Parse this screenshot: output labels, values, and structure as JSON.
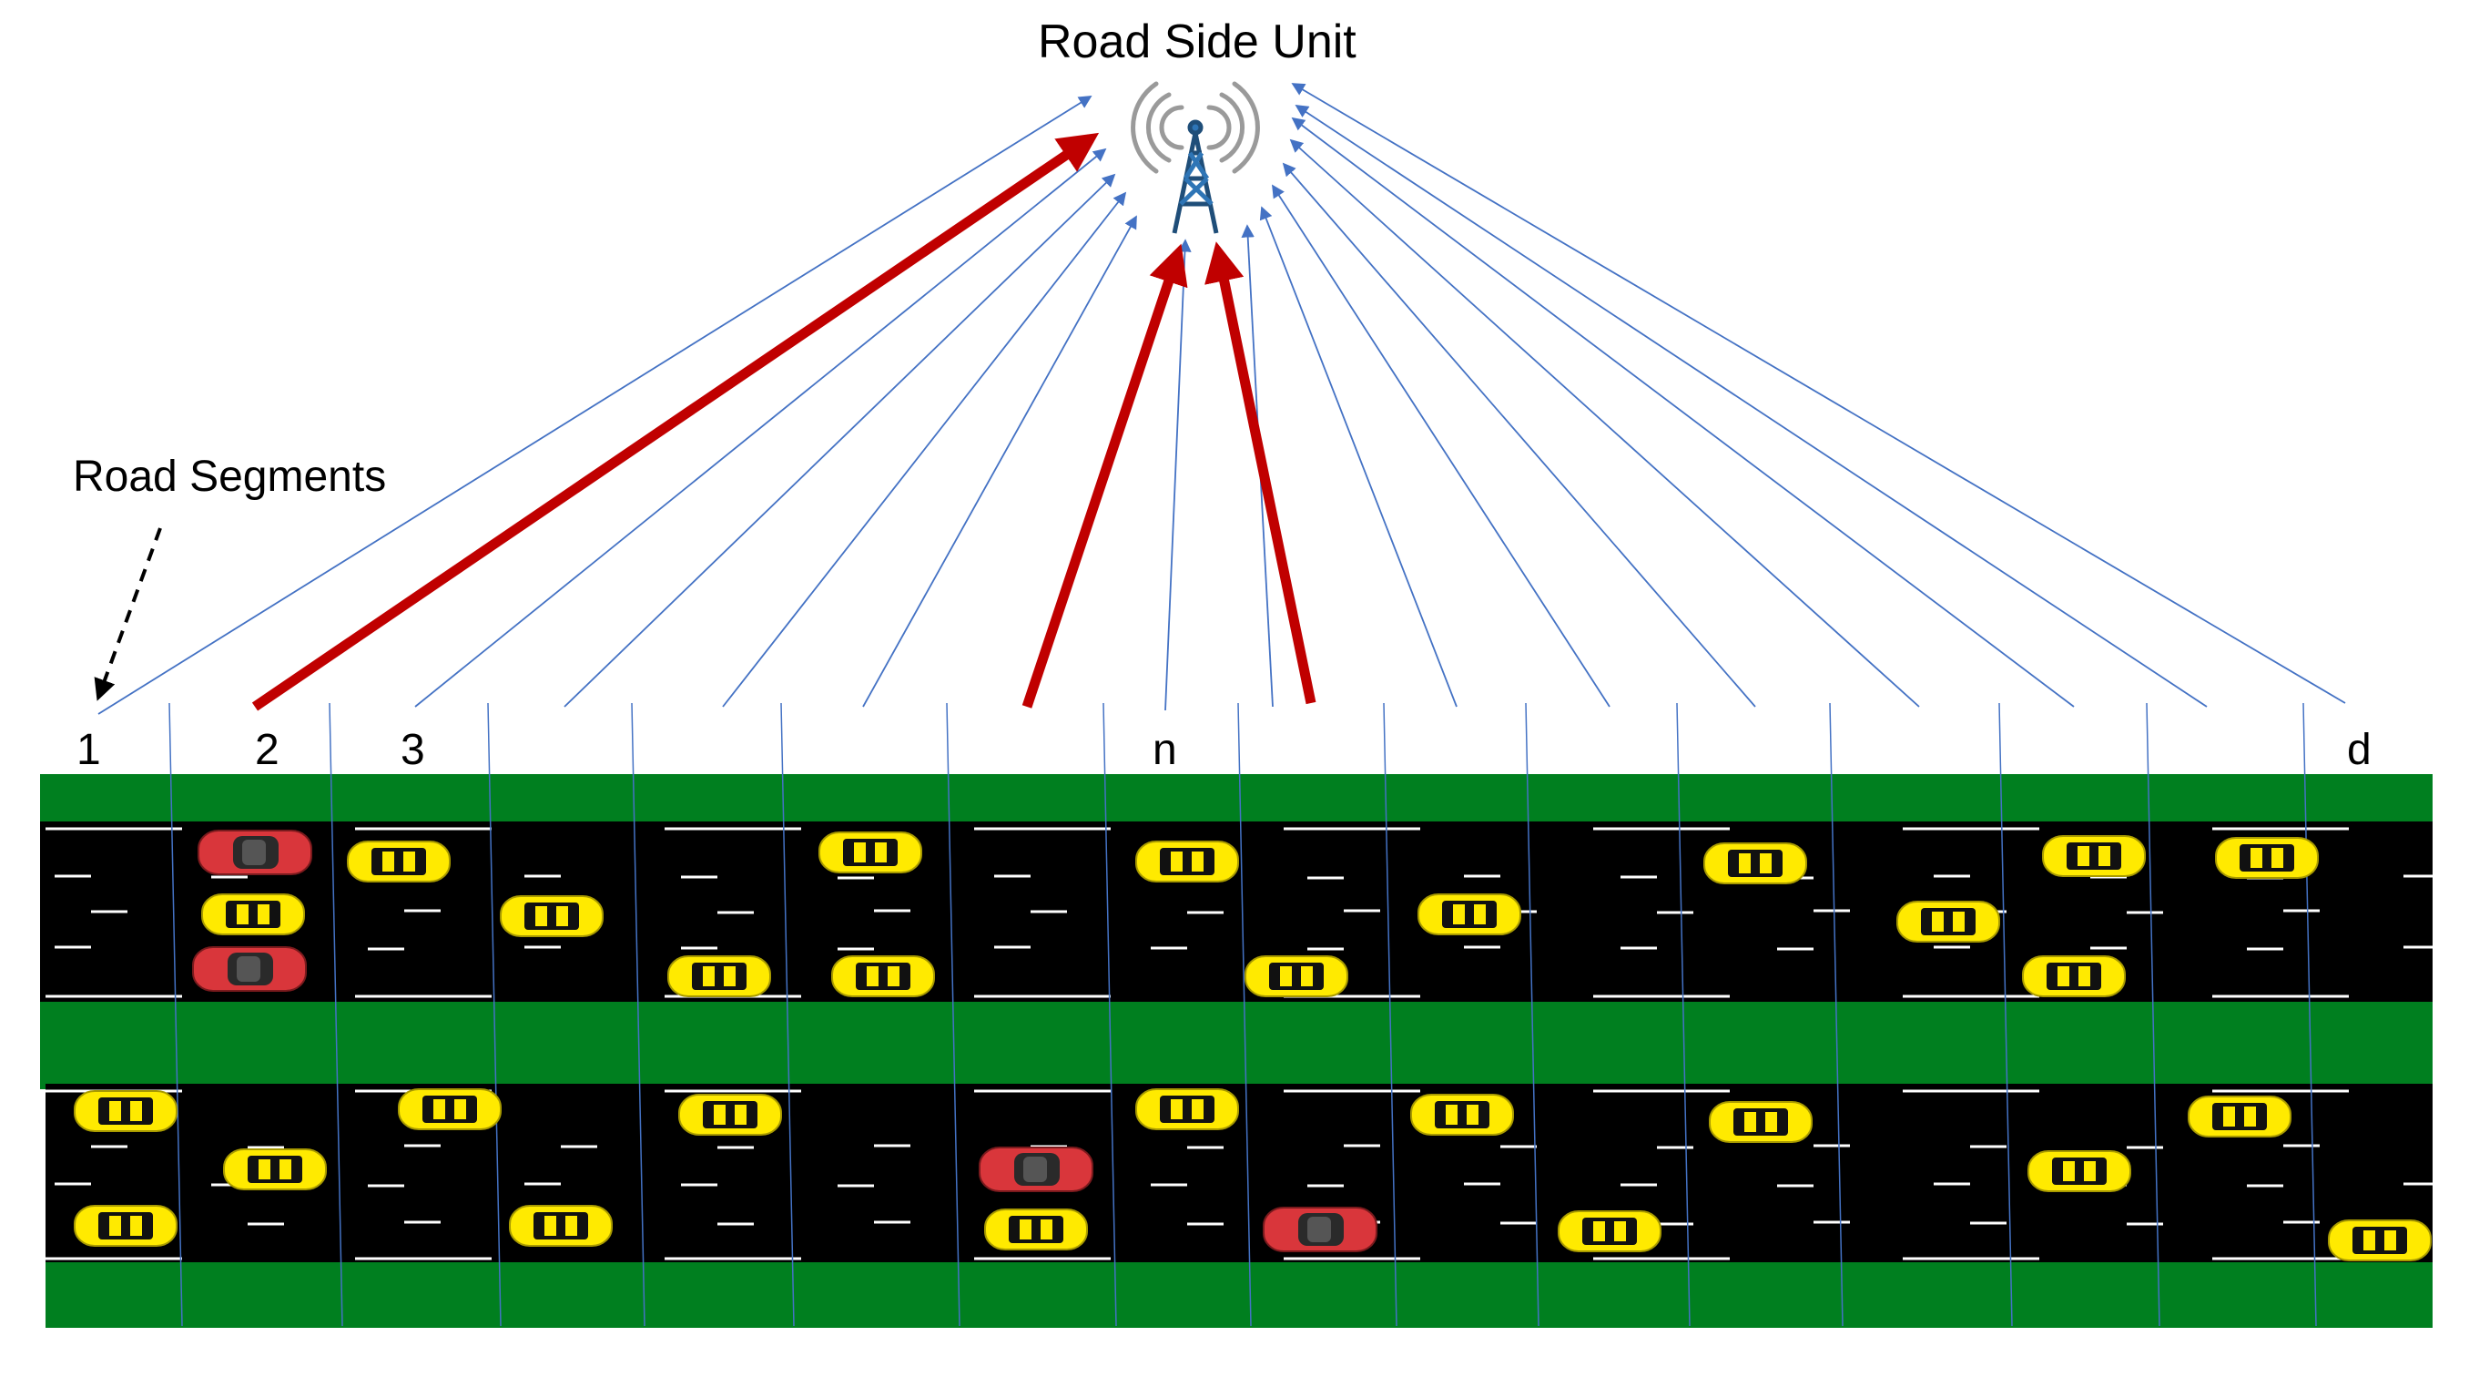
{
  "rsu_label": "Road Side Unit",
  "segments_label": "Road Segments",
  "segment_numbers": [
    "1",
    "2",
    "3",
    "n",
    "d"
  ],
  "colors": {
    "grass": "#007f1f",
    "road": "#000000",
    "lane_mark": "#ffffff",
    "link": "#4472c4",
    "priority_link": "#c00000",
    "vehicle_normal": "#ffea00",
    "vehicle_priority": "#d9363b",
    "tower": "#2e75b6",
    "signal_wave": "#9a9a9a"
  },
  "icons": {
    "tower": "antenna-tower-icon",
    "signal": "wireless-signal-icon",
    "normal_vehicle": "yellow-car-icon",
    "priority_vehicle": "red-car-icon"
  }
}
